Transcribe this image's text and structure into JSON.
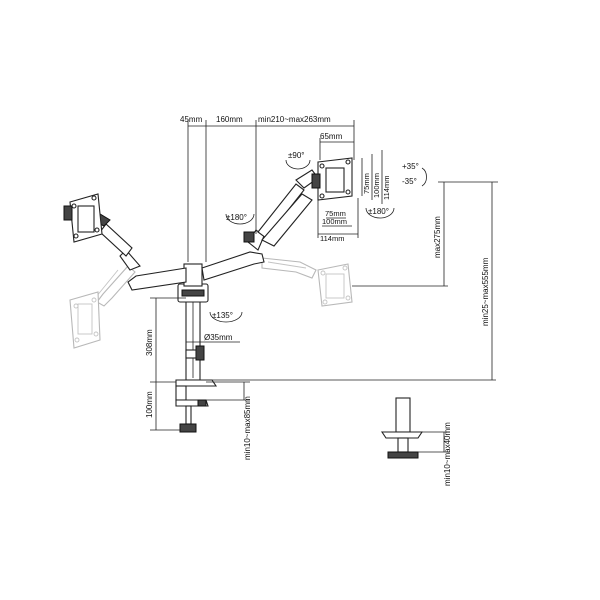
{
  "labels": {
    "d45": "45mm",
    "d160": "160mm",
    "d210": "min210~max263mm",
    "d65": "65mm",
    "rot90": "±90°",
    "tilt_up": "+35°",
    "tilt_down": "-35°",
    "d75v": "75mm",
    "d100v": "100mm",
    "d114v": "114mm",
    "d75h": "75mm",
    "d100h": "100mm",
    "d114h": "114mm",
    "rot180_left": "±180°",
    "rot180_right": "±180°",
    "max275": "max275mm",
    "range555": "min25~max555mm",
    "rot135": "±135°",
    "d308": "308mm",
    "d35": "Ø35mm",
    "d100_clamp": "100mm",
    "clamp_range": "min10~max85mm",
    "grommet_range": "min10~max40mm"
  },
  "colors": {
    "line": "#222222",
    "ghost": "#b8b8b8",
    "dark_part": "#444444"
  }
}
